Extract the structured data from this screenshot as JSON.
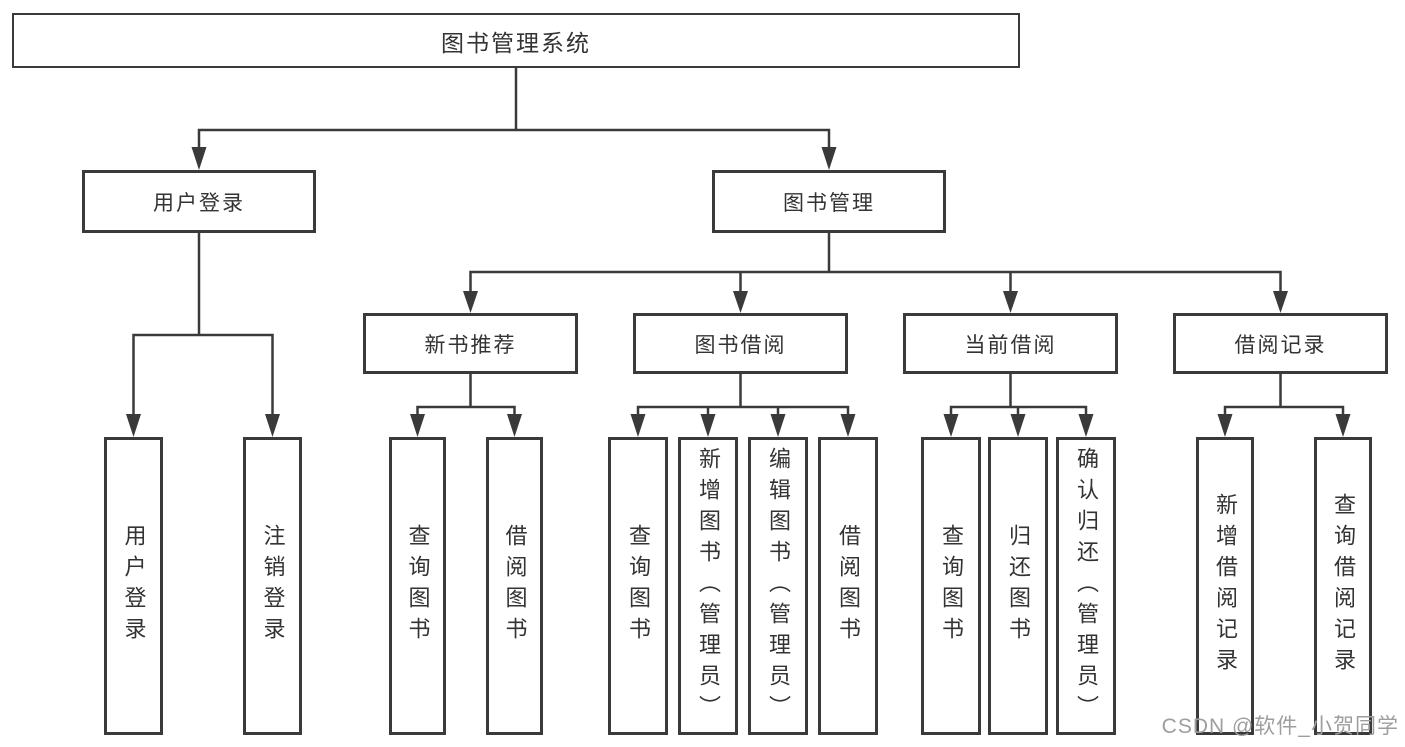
{
  "diagram": {
    "title_node": {
      "label": "图书管理系统"
    },
    "level2": [
      {
        "label": "用户登录"
      },
      {
        "label": "图书管理"
      }
    ],
    "level3": [
      {
        "label": "新书推荐"
      },
      {
        "label": "图书借阅"
      },
      {
        "label": "当前借阅"
      },
      {
        "label": "借阅记录"
      }
    ],
    "leaves": {
      "user_login": [
        "用户登录",
        "注销登录"
      ],
      "new_book": [
        "查询图书",
        "借阅图书"
      ],
      "book_borrow": [
        "查询图书",
        "新增图书（管理员）",
        "编辑图书（管理员）",
        "借阅图书"
      ],
      "current_borrow": [
        "查询图书",
        "归还图书",
        "确认归还（管理员）"
      ],
      "borrow_records": [
        "新增借阅记录",
        "查询借阅记录"
      ]
    }
  },
  "watermark": "CSDN @软件_小贺同学",
  "colors": {
    "line": "#3a3a3a",
    "text": "#333333",
    "watermark_text": "#9e9e9e",
    "background": "#ffffff"
  }
}
